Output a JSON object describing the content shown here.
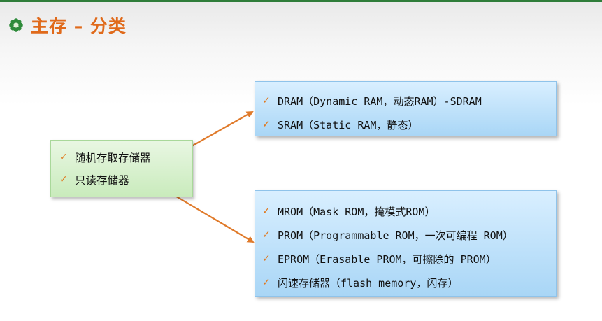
{
  "slide": {
    "title": "主存 – 分类",
    "colors": {
      "title": "#e06a1b",
      "check": "#e0781e",
      "arrow": "#e07a2a",
      "left_box": "#d6f0cc",
      "right_box": "#bfe3fb"
    },
    "left_box": {
      "items": [
        "随机存取存储器",
        "只读存储器"
      ]
    },
    "ram_box": {
      "items": [
        "DRAM（Dynamic RAM，动态RAM）-SDRAM",
        "SRAM（Static RAM，静态）"
      ]
    },
    "rom_box": {
      "items": [
        "MROM（Mask ROM，掩模式ROM）",
        "PROM（Programmable ROM，一次可编程 ROM）",
        "EPROM（Erasable PROM，可擦除的 PROM）",
        "闪速存储器（flash memory，闪存）"
      ]
    },
    "icons": {
      "bullet": "flower-bullet-icon",
      "check": "check-icon",
      "arrow": "arrow-icon"
    }
  }
}
